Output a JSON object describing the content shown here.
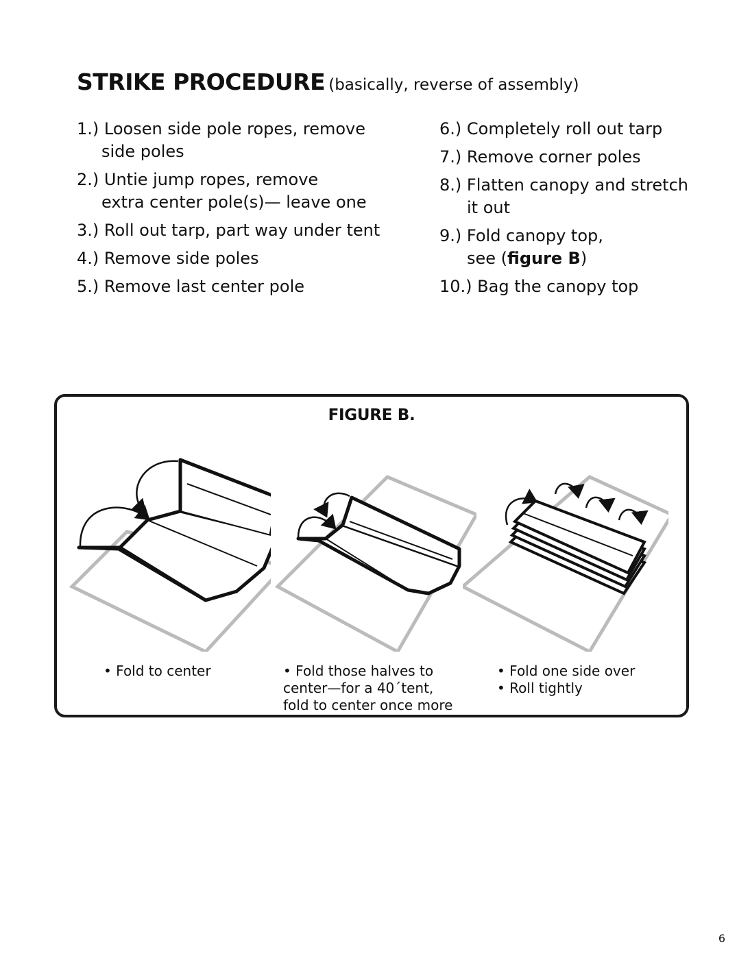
{
  "heading": {
    "title": "STRIKE PROCEDURE",
    "subtitle": "(basically, reverse of assembly)"
  },
  "steps_left": [
    {
      "line1": "1.) Loosen side pole ropes, remove",
      "line2": "side poles"
    },
    {
      "line1": "2.) Untie jump ropes, remove",
      "line2": "extra center pole(s)— leave one"
    },
    {
      "line1": "3.) Roll out tarp, part way under tent",
      "line2": ""
    },
    {
      "line1": "4.) Remove side poles",
      "line2": ""
    },
    {
      "line1": "5.) Remove last center pole",
      "line2": ""
    }
  ],
  "steps_right": [
    {
      "line1": "6.) Completely roll out tarp",
      "line2": ""
    },
    {
      "line1": "7.) Remove corner poles",
      "line2": ""
    },
    {
      "line1": "8.) Flatten canopy and stretch",
      "line2": "it out"
    },
    {
      "line1": "9.) Fold canopy top,",
      "line2_pre": "see (",
      "line2_bold": "figure B",
      "line2_post": ")"
    },
    {
      "line1": "10.) Bag the canopy top",
      "line2": ""
    }
  ],
  "figure": {
    "title": "FIGURE B.",
    "captions": [
      [
        "• Fold to center"
      ],
      [
        "• Fold those halves to",
        "center—for a 40´tent,",
        "fold to center once more"
      ],
      [
        "• Fold one side over",
        "• Roll tightly"
      ]
    ]
  },
  "page_number": "6"
}
